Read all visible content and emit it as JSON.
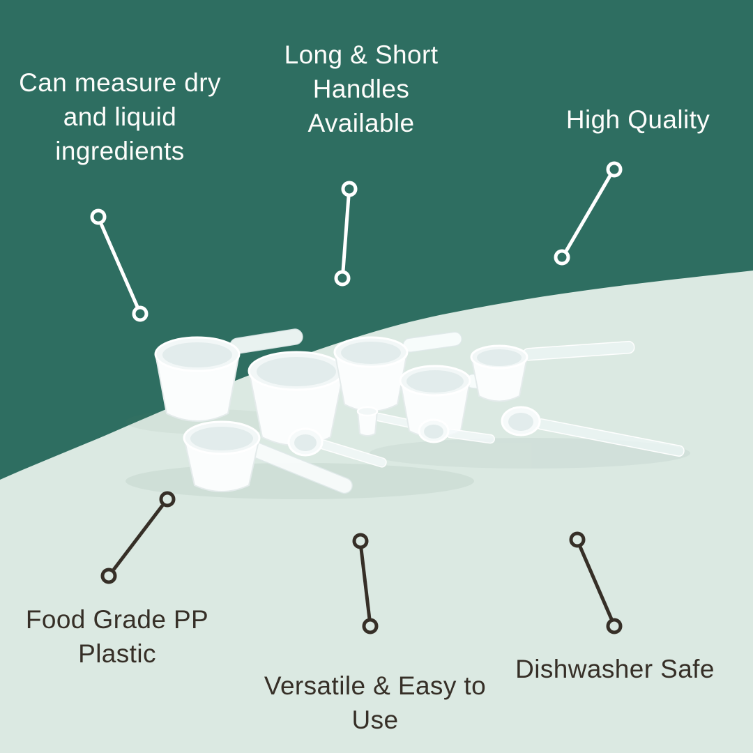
{
  "colors": {
    "teal_background": "#2e6e61",
    "mint_background": "#dbe9e2",
    "light_text": "#fdfdfb",
    "dark_text": "#362f27"
  },
  "graphic": {
    "name": "measuring-scoops-product-photo"
  },
  "callouts": {
    "top_left": {
      "lines": [
        "Can measure dry",
        "and liquid",
        "ingredients"
      ]
    },
    "top_center": {
      "lines": [
        "Long & Short",
        "Handles",
        "Available"
      ]
    },
    "top_right": {
      "lines": [
        "High Quality"
      ]
    },
    "bottom_left": {
      "lines": [
        "Food Grade PP",
        "Plastic"
      ]
    },
    "bottom_center": {
      "lines": [
        "Versatile & Easy to",
        "Use"
      ]
    },
    "bottom_right": {
      "lines": [
        "Dishwasher Safe"
      ]
    }
  }
}
